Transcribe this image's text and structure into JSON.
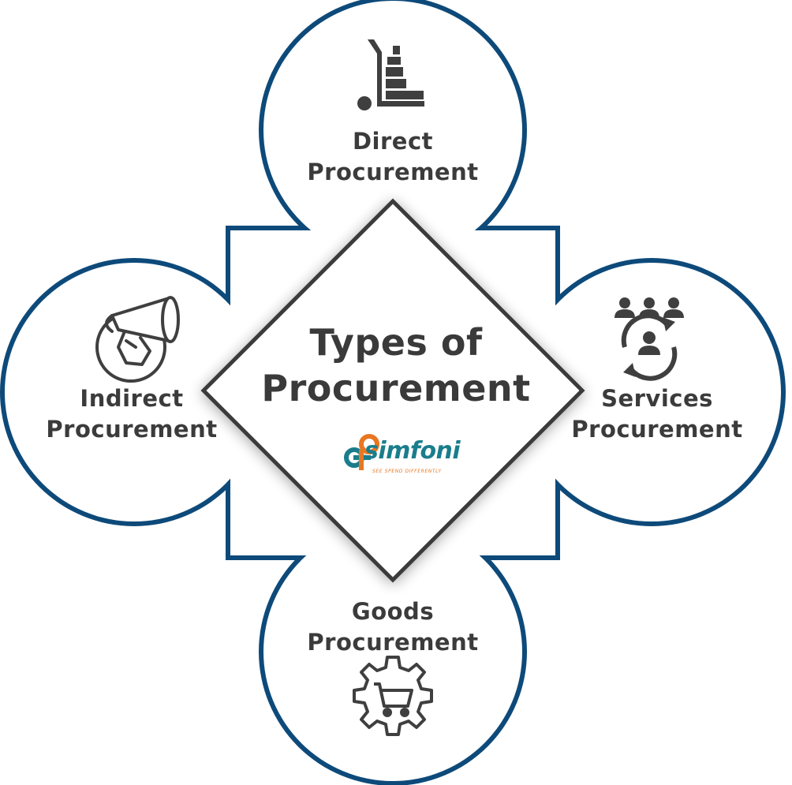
{
  "center": {
    "title_line1": "Types of",
    "title_line2": "Procurement"
  },
  "logo": {
    "name": "simfoni",
    "tagline": "SEE SPEND DIFFERENTLY",
    "colors": {
      "teal": "#1a7d8c",
      "orange": "#e87722"
    }
  },
  "nodes": {
    "direct": {
      "line1": "Direct",
      "line2": "Procurement",
      "icon": "hand-truck-icon"
    },
    "indirect": {
      "line1": "Indirect",
      "line2": "Procurement",
      "icon": "megaphone-hand-icon"
    },
    "services": {
      "line1": "Services",
      "line2": "Procurement",
      "icon": "people-cycle-icon"
    },
    "goods": {
      "line1": "Goods",
      "line2": "Procurement",
      "icon": "cart-gear-icon"
    }
  },
  "colors": {
    "outline": "#0d4a7a",
    "text": "#3b3b3b",
    "icon": "#3f3f3f",
    "diamond_border": "#3a3a3a"
  }
}
